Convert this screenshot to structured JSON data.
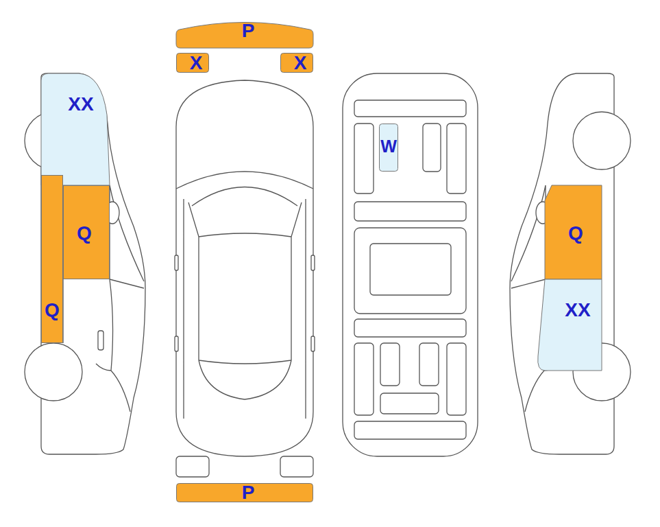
{
  "diagram": {
    "nodes": [
      {
        "text": [
          "P"
        ]
      },
      {
        "text": [
          "X"
        ]
      },
      {
        "text": [
          "X"
        ]
      },
      {
        "text": [
          "XX"
        ]
      },
      {
        "text": [
          "W"
        ]
      },
      {
        "text": [
          "Q"
        ]
      },
      {
        "text": [
          "Q"
        ]
      },
      {
        "text": [
          "Q"
        ]
      },
      {
        "text": [
          "XX"
        ]
      },
      {
        "text": [
          "P"
        ]
      }
    ]
  }
}
